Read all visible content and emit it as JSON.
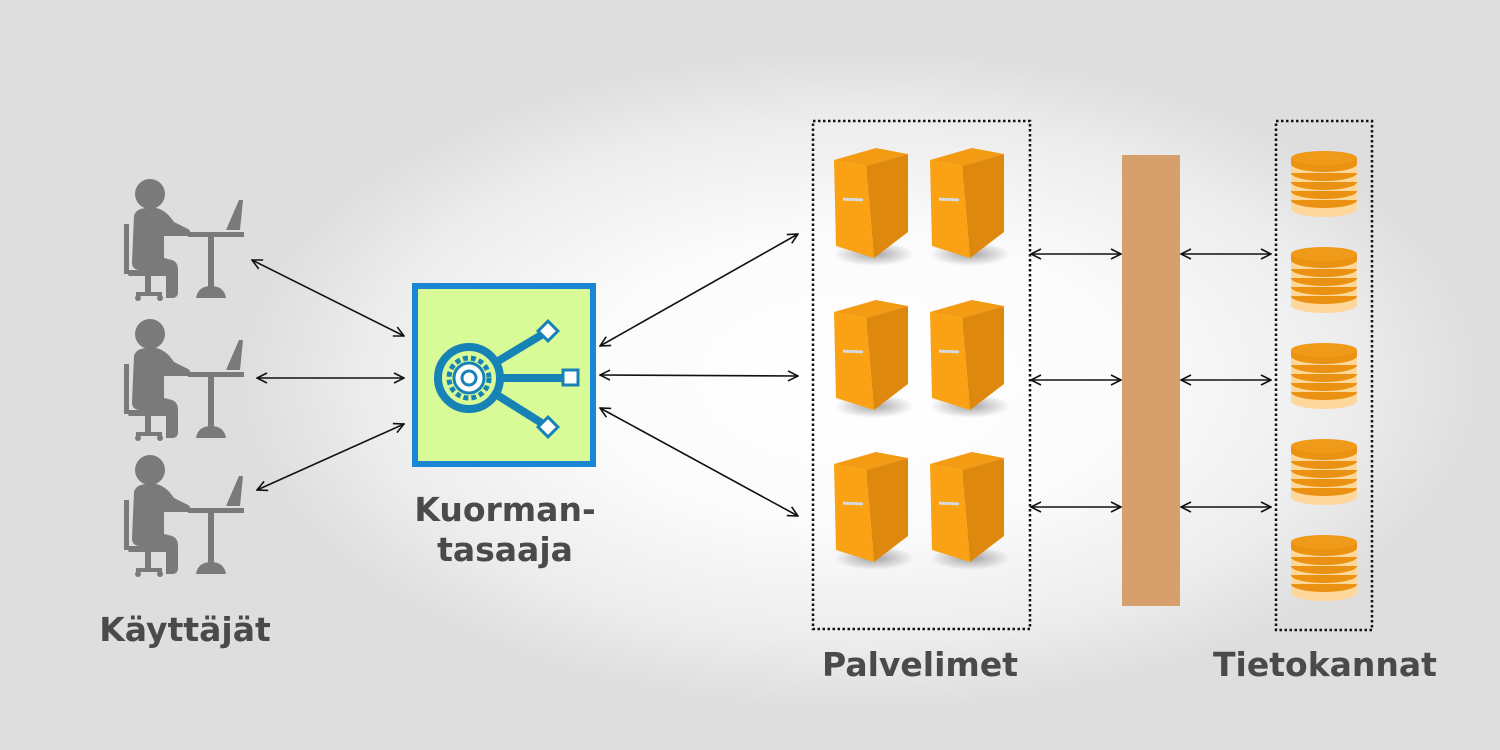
{
  "diagram": {
    "title": "Load balancer architecture",
    "labels": {
      "users": "Käyttäjät",
      "load_balancer_line1": "Kuorman-",
      "load_balancer_line2": "tasaaja",
      "servers": "Palvelimet",
      "databases": "Tietokannat"
    },
    "nodes": {
      "users": {
        "count": 3,
        "icon": "person-at-desk-with-laptop-icon"
      },
      "load_balancer": {
        "icon": "load-balancer-gear-icon"
      },
      "servers": {
        "count": 6,
        "icon": "server-tower-icon"
      },
      "bus": {
        "icon": "shared-bus-bar"
      },
      "databases": {
        "count": 5,
        "icon": "database-stack-icon"
      }
    },
    "edges": [
      {
        "from": "users",
        "to": "load_balancer",
        "count": 3,
        "type": "bidirectional"
      },
      {
        "from": "load_balancer",
        "to": "servers",
        "count": 3,
        "type": "bidirectional"
      },
      {
        "from": "servers",
        "to": "bus",
        "count": 3,
        "type": "bidirectional"
      },
      {
        "from": "bus",
        "to": "databases",
        "count": 3,
        "type": "bidirectional"
      }
    ],
    "colors": {
      "text": "#4a4a4a",
      "user_gray": "#7a7a7a",
      "lb_fill": "#d8fb98",
      "lb_border": "#1a86d4",
      "lb_icon": "#1782b6",
      "server_front": "#fba214",
      "server_side": "#df880e",
      "bus": "#d5a06c",
      "db_dark": "#ec9212",
      "db_light": "#fdd79c"
    }
  }
}
